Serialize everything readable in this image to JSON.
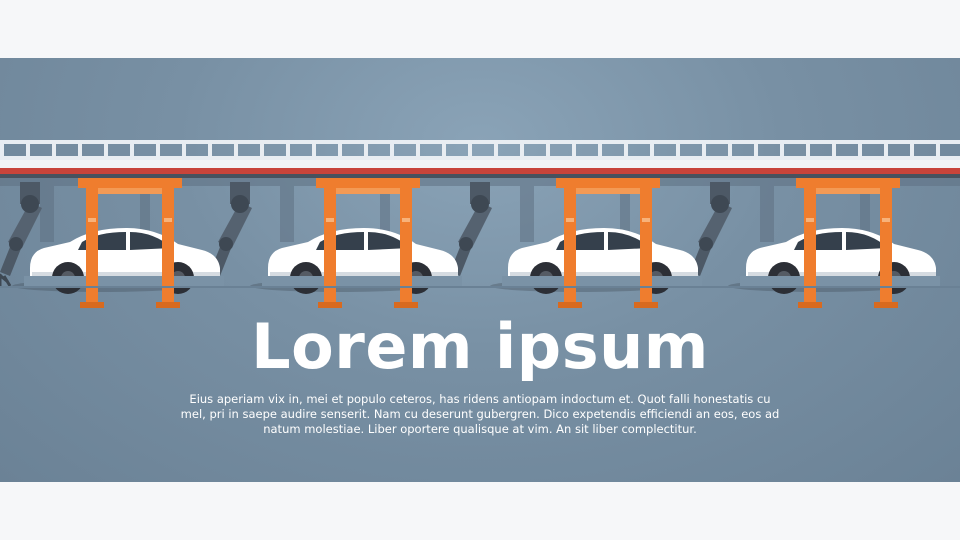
{
  "slide": {
    "title": "Lorem ipsum",
    "body": "Eius aperiam vix in, mei et populo ceteros, has ridens antiopam indoctum et. Quot falli honestatis cu mel, pri in saepe audire senserit. Nam cu deserunt gubergren. Dico expetendis efficiendi an eos, eos ad natum molestiae. Liber oportere qualisque at vim. An sit liber complectitur."
  },
  "illustration": {
    "subject": "car assembly line",
    "car_count": 4,
    "robot_arm_count": 4,
    "colors": {
      "background": "#7a92a6",
      "rail": "#e8edf2",
      "beam": "#c8443a",
      "frame": "#ef7d2e",
      "car": "#ffffff",
      "tire": "#2c2f36",
      "machinery": "#4d5966"
    }
  }
}
